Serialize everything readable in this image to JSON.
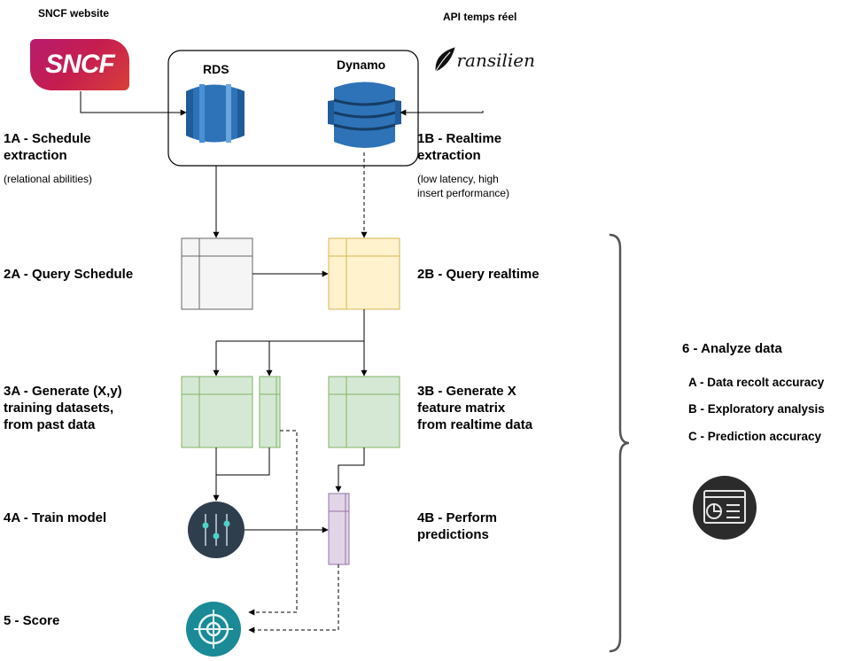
{
  "sources": {
    "sncf_title": "SNCF website",
    "sncf_logo_text": "SNCF",
    "api_title": "API temps réel",
    "transilien_logo_text": "ransilien"
  },
  "databases": {
    "rds_label": "RDS",
    "dynamo_label": "Dynamo"
  },
  "steps": {
    "s1a_title": "1A - Schedule\nextraction",
    "s1a_note": "(relational abilities)",
    "s1b_title": "1B - Realtime\nextraction",
    "s1b_note": "(low latency, high\ninsert performance)",
    "s2a": "2A - Query Schedule",
    "s2b": "2B -  Query realtime",
    "s3a": "3A - Generate (X,y)\ntraining datasets,\nfrom past data",
    "s3b": "3B - Generate X\nfeature matrix\nfrom realtime data",
    "s4a": "4A - Train model",
    "s4b": "4B - Perform\npredictions",
    "s5": "5 - Score"
  },
  "analyze": {
    "title": "6 -  Analyze data",
    "items": [
      "A - Data recolt accuracy",
      "B -  Exploratory analysis",
      "C -  Prediction accuracy"
    ]
  },
  "icons": {
    "rds": "rds-database-icon",
    "dynamo": "dynamodb-icon",
    "train": "sliders-icon",
    "score": "target-icon",
    "analyze": "dashboard-chart-icon"
  },
  "colors": {
    "gray_fill": "#f5f5f5",
    "gray_stroke": "#666666",
    "yellow_fill": "#fff2cc",
    "yellow_stroke": "#d6b656",
    "green_fill": "#d5e8d4",
    "green_stroke": "#82b366",
    "purple_fill": "#e1d5e7",
    "purple_stroke": "#9673a6",
    "aws_blue": "#2e73b8",
    "aws_dark": "#1f5c99",
    "dark_circle": "#2f3e4d",
    "teal_circle": "#1a8a96"
  }
}
